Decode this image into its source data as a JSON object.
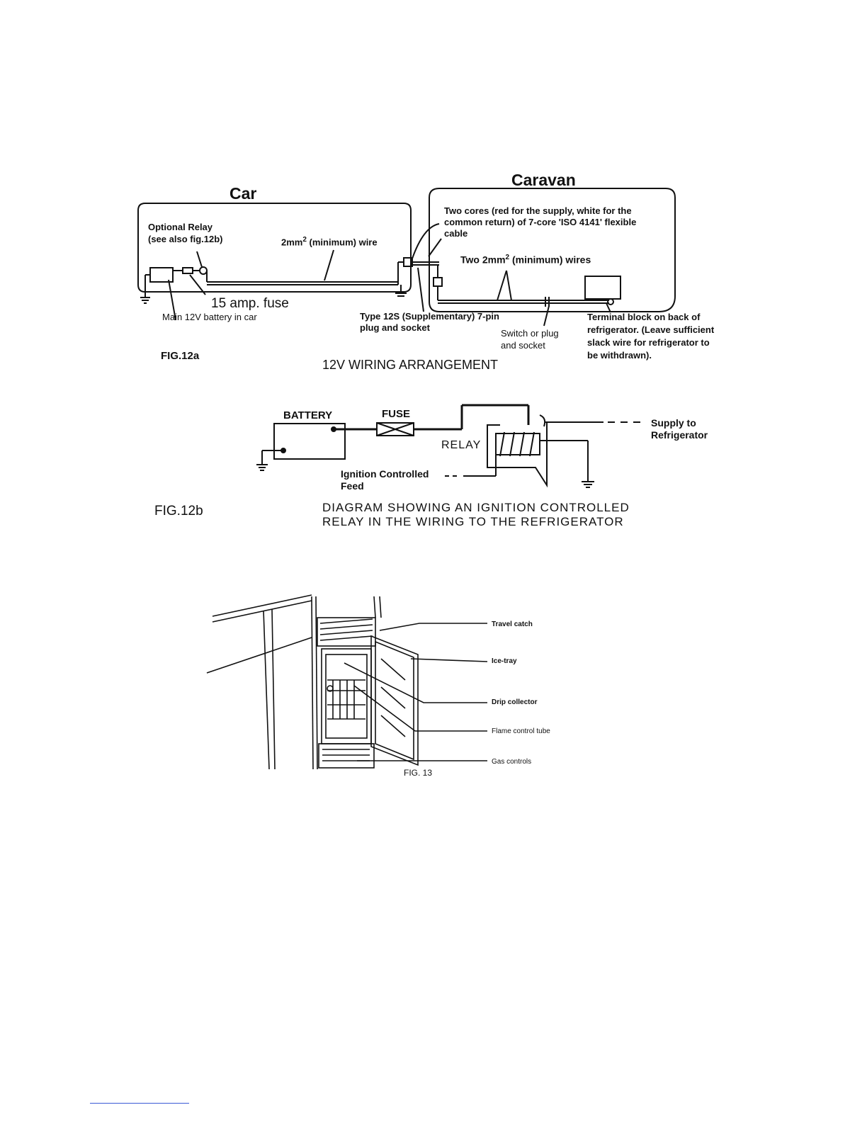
{
  "fig12a": {
    "car_heading": "Car",
    "caravan_heading": "Caravan",
    "optional_relay_line1": "Optional Relay",
    "optional_relay_line2": "(see also fig.12b)",
    "car_wire_pre": "2mm",
    "car_wire_sup": "2",
    "car_wire_post": " (minimum) wire",
    "two_cores_line1": "Two cores (red for the supply, white for the",
    "two_cores_line2": "common return) of 7-core 'ISO 4141' flexible",
    "two_cores_line3": "cable",
    "two_wires_pre": "Two 2mm",
    "two_wires_sup": "2",
    "two_wires_post": " (minimum) wires",
    "fuse_label": "15 amp. fuse",
    "battery_label": "Main 12V battery in car",
    "plug_line1": "Type 12S (Supplementary) 7-pin",
    "plug_line2": "plug and socket",
    "switch_line1": "Switch or plug",
    "switch_line2": "and socket",
    "terminal_line1": "Terminal block on back of",
    "terminal_line2": "refrigerator. (Leave sufficient",
    "terminal_line3": "slack wire for refrigerator to",
    "terminal_line4": "be withdrawn).",
    "fig_label": "FIG.12a",
    "caption": "12V WIRING ARRANGEMENT"
  },
  "fig12b": {
    "battery": "BATTERY",
    "fuse": "FUSE",
    "relay": "RELAY",
    "supply_line1": "Supply to",
    "supply_line2": "Refrigerator",
    "ignition_line1": "Ignition Controlled",
    "ignition_line2": "Feed",
    "fig_label": "FIG.12b",
    "caption_line1": "DIAGRAM SHOWING AN IGNITION CONTROLLED",
    "caption_line2": "RELAY IN THE WIRING TO THE REFRIGERATOR"
  },
  "fig13": {
    "travel_catch": "Travel catch",
    "ice_tray": "Ice-tray",
    "drip_collector": "Drip collector",
    "flame_control_tube": "Flame control tube",
    "gas_controls": "Gas controls",
    "fig_label": "FIG. 13"
  }
}
